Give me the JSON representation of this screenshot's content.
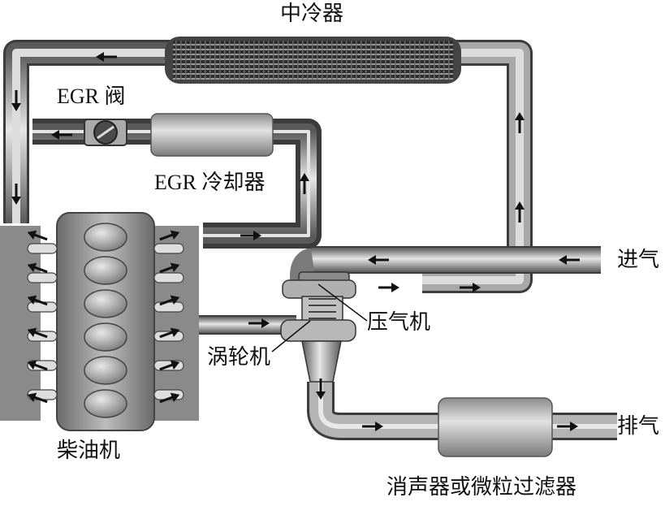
{
  "labels": {
    "intercooler": "中冷器",
    "egr_valve": "EGR 阀",
    "egr_cooler": "EGR 冷却器",
    "intake": "进气",
    "compressor": "压气机",
    "turbine": "涡轮机",
    "exhaust": "排气",
    "engine": "柴油机",
    "muffler": "消声器或微粒过滤器"
  },
  "icons": {
    "flow_arrow": "flow-arrow-icon"
  },
  "colors": {
    "pipe": "#6e6e6e",
    "component": "#8a8a8a",
    "arrow": "#111111"
  }
}
